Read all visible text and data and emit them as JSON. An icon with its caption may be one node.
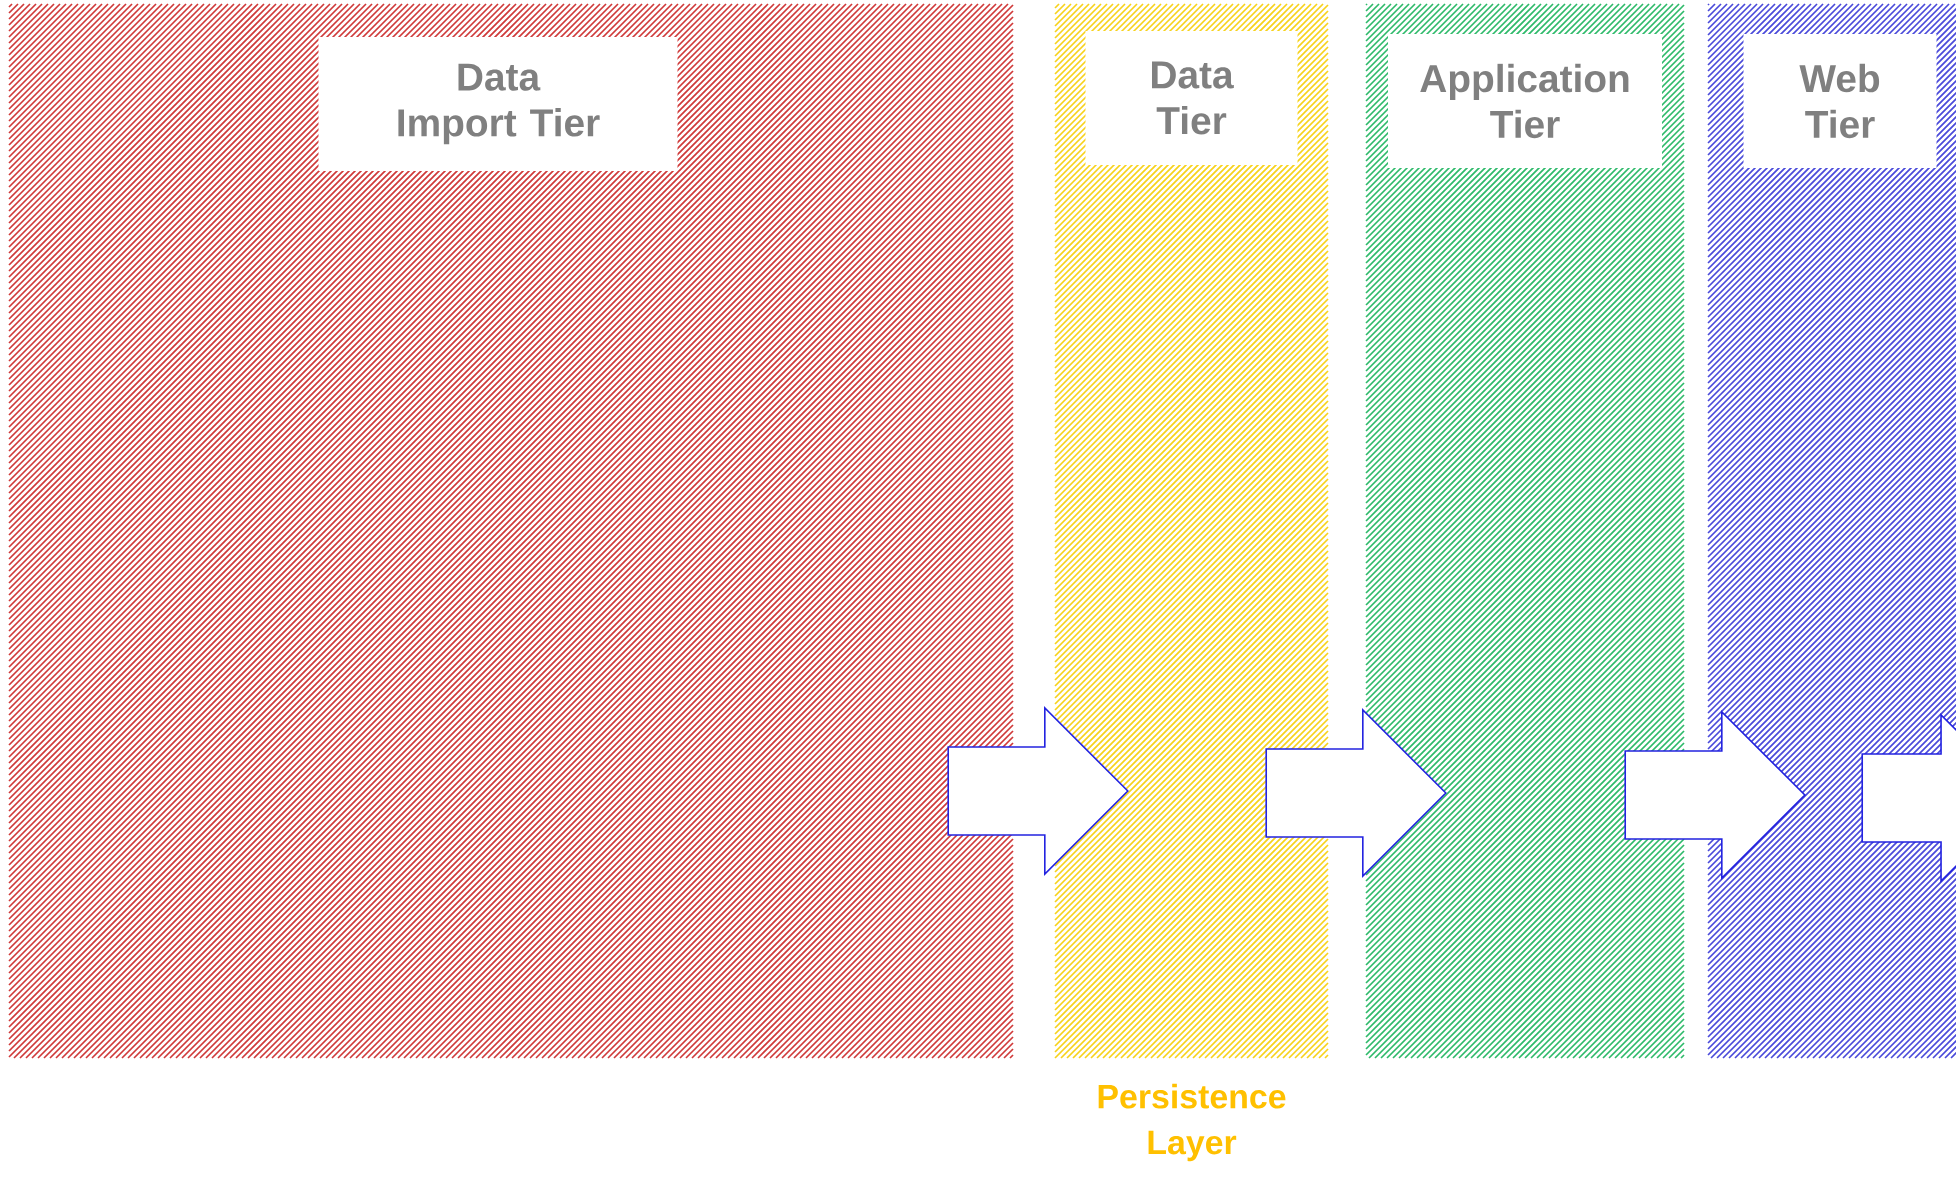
{
  "diagram": {
    "nodes": [
      {
        "text": [
          "Data Import Tier"
        ]
      },
      {
        "text": [
          "Data Tier"
        ],
        "beside": [
          "Persistence Layer"
        ]
      },
      {
        "text": [
          "Application Tier"
        ]
      },
      {
        "text": [
          "Web Tier"
        ]
      }
    ],
    "edges": [
      {
        "from": 0,
        "to": 1,
        "arrow": "to"
      },
      {
        "from": 1,
        "to": 2,
        "arrow": "to"
      },
      {
        "from": 2,
        "to": 3,
        "arrow": "to"
      },
      {
        "from": 3,
        "to": null,
        "arrow": "to"
      }
    ]
  }
}
